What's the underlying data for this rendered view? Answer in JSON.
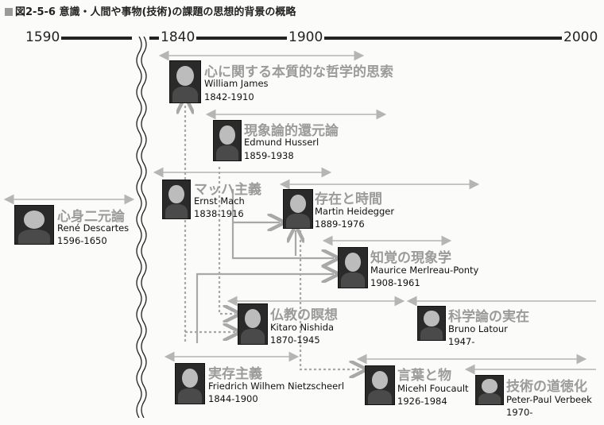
{
  "title": "図2-5-6 意識・人間や事物(技術)の課題の思想的背景の概略",
  "timeline": {
    "years": [
      "1590",
      "1840",
      "1900",
      "2000"
    ]
  },
  "colors": {
    "arrow": "#b5b5b5",
    "timeline": "#222222",
    "heading": "#9b9b9b"
  },
  "entries": [
    {
      "heading": "心に関する本質的な哲学的思索",
      "name": "William James",
      "dates": "1842-1910"
    },
    {
      "heading": "現象論的還元論",
      "name": "Edmund Husserl",
      "dates": "1859-1938"
    },
    {
      "heading": "マッハ主義",
      "name": "Ernst Mach",
      "dates": "1838-1916"
    },
    {
      "heading": "存在と時間",
      "name": "Martin Heidegger",
      "dates": "1889-1976"
    },
    {
      "heading": "心身二元論",
      "name": "René Descartes",
      "dates": "1596-1650"
    },
    {
      "heading": "知覚の現象学",
      "name": "Maurice Merlreau-Ponty",
      "dates": "1908-1961"
    },
    {
      "heading": "仏教の瞑想",
      "name": "Kitaro Nishida",
      "dates": "1870-1945"
    },
    {
      "heading": "科学論の実在",
      "name": "Bruno Latour",
      "dates": "1947-"
    },
    {
      "heading": "実存主義",
      "name": "Friedrich Wilhem Nietzscheerl",
      "dates": "1844-1900"
    },
    {
      "heading": "言葉と物",
      "name": "Micehl Foucault",
      "dates": "1926-1984"
    },
    {
      "heading": "技術の道徳化",
      "name": "Peter-Paul Verbeek",
      "dates": "1970-"
    }
  ]
}
